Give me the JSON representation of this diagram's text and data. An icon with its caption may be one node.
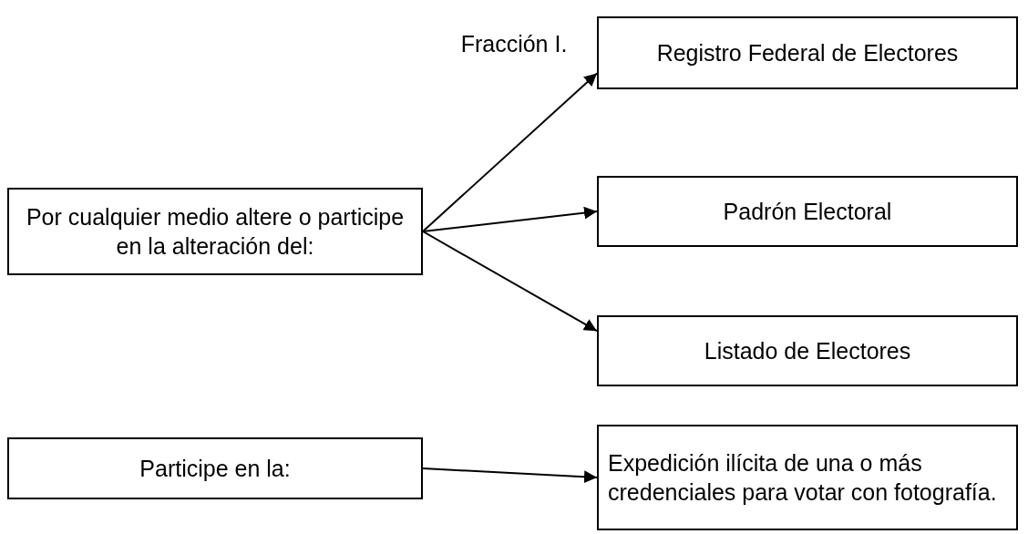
{
  "diagram": {
    "title": "Fracción I.",
    "nodes": [
      {
        "text": [
          "Por cualquier medio altere o participe en la alteración del:"
        ]
      },
      {
        "text": [
          "Registro Federal de Electores"
        ]
      },
      {
        "text": [
          "Padrón Electoral"
        ]
      },
      {
        "text": [
          "Listado de Electores"
        ]
      },
      {
        "text": [
          "Participe en la:"
        ]
      },
      {
        "text": [
          "Expedición ilícita de una o más credenciales para votar con fotografía."
        ]
      }
    ],
    "edges": [
      {
        "from": 0,
        "to": 1,
        "arrow": "to"
      },
      {
        "from": 0,
        "to": 2,
        "arrow": "to"
      },
      {
        "from": 0,
        "to": 3,
        "arrow": "to"
      },
      {
        "from": 4,
        "to": 5,
        "arrow": "to"
      }
    ]
  }
}
